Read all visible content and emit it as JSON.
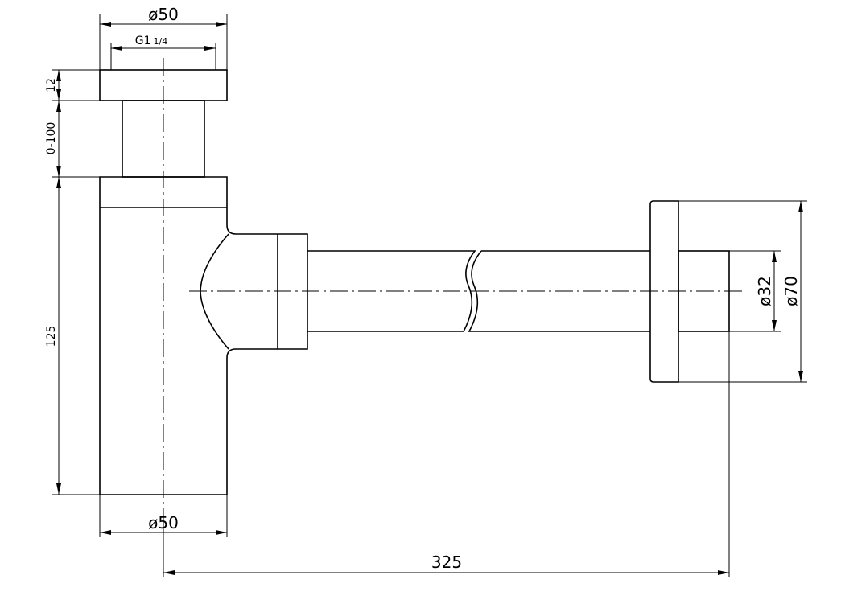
{
  "dimensions": {
    "top_diameter": "ø50",
    "thread": "G1",
    "thread_fraction": "1/4",
    "flange_height": "12",
    "extension_range": "0-100",
    "body_height": "125",
    "bottom_diameter": "ø50",
    "overall_length": "325",
    "pipe_diameter": "ø32",
    "rosette_diameter": "ø70"
  }
}
